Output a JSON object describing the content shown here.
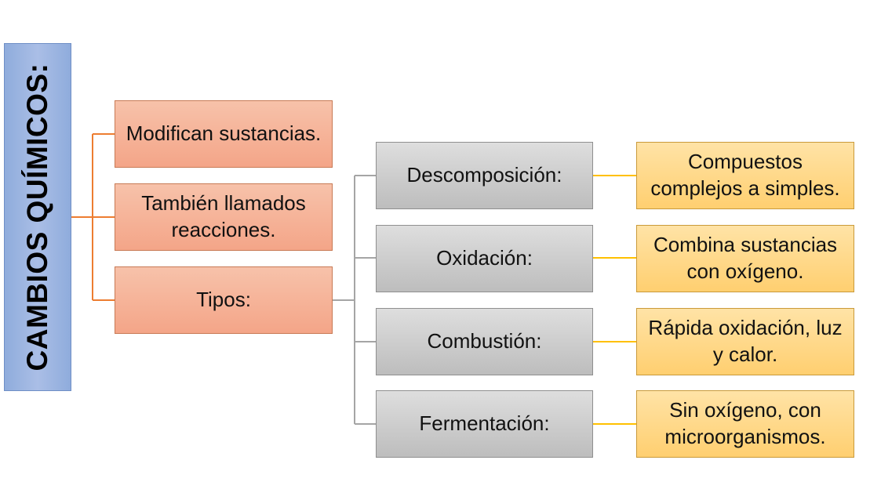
{
  "root": {
    "title": "CAMBIOS QUÍMICOS:"
  },
  "level1": [
    {
      "label": "Modifican sustancias."
    },
    {
      "label": "También llamados reacciones."
    },
    {
      "label": "Tipos:"
    }
  ],
  "types": [
    {
      "label": "Descomposición:",
      "description": "Compuestos complejos a simples."
    },
    {
      "label": "Oxidación:",
      "description": "Combina sustancias con oxígeno."
    },
    {
      "label": "Combustión:",
      "description": "Rápida oxidación, luz y calor."
    },
    {
      "label": "Fermentación:",
      "description": "Sin oxígeno, con microorganismos."
    }
  ],
  "colors": {
    "root_fill": "#a5b8e3",
    "level1_fill": "#f5ae93",
    "type_fill": "#cccccc",
    "description_fill": "#ffd98a",
    "orange_line": "#ed7d31",
    "gray_line": "#a5a5a5",
    "yellow_line": "#ffc000"
  }
}
